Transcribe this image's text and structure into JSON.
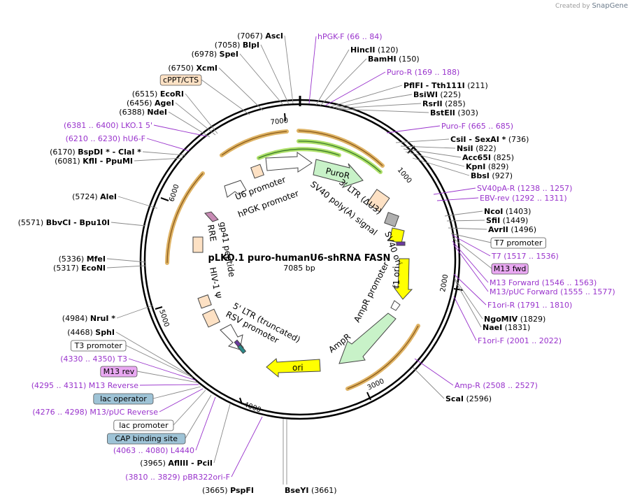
{
  "plasmid": {
    "name": "pLKO.1 puro-humanU6-shRNA FASN",
    "length": "7085 bp"
  },
  "credit": {
    "prefix": "Created by",
    "brand": "SnapGene"
  },
  "ticks": [
    "1000",
    "2000",
    "3000",
    "4000",
    "5000",
    "6000",
    "7000"
  ],
  "features_inner": [
    "PuroR",
    "U6 promoter",
    "hPGK promoter",
    "3' LTR (ΔU3)",
    "SV40 poly(A) signal",
    "SV40 ori",
    "f1 ori",
    "AmpR promoter",
    "AmpR",
    "ori",
    "5' LTR (truncated)",
    "RSV promoter",
    "HIV-1 Ψ",
    "RRE",
    "gp41 peptide"
  ],
  "right_labels": [
    {
      "name": "hPGK-F",
      "coord": "(66 .. 84)",
      "type": "primer"
    },
    {
      "name": "HincII",
      "coord": "(120)",
      "type": "site"
    },
    {
      "name": "BamHI",
      "coord": "(150)",
      "type": "site"
    },
    {
      "name": "Puro-R",
      "coord": "(169 .. 188)",
      "type": "primer"
    },
    {
      "name": "PflFI - Tth111I",
      "coord": "(211)",
      "type": "site"
    },
    {
      "name": "BsiWI",
      "coord": "(225)",
      "type": "site"
    },
    {
      "name": "RsrII",
      "coord": "(285)",
      "type": "site"
    },
    {
      "name": "BstEII",
      "coord": "(303)",
      "type": "site"
    },
    {
      "name": "Puro-F",
      "coord": "(665 .. 685)",
      "type": "primer"
    },
    {
      "name": "CsiI - SexAI *",
      "coord": "(736)",
      "type": "site"
    },
    {
      "name": "NsiI",
      "coord": "(822)",
      "type": "site"
    },
    {
      "name": "Acc65I",
      "coord": "(825)",
      "type": "site"
    },
    {
      "name": "KpnI",
      "coord": "(829)",
      "type": "site"
    },
    {
      "name": "BbsI",
      "coord": "(927)",
      "type": "site"
    },
    {
      "name": "SV40pA-R",
      "coord": "(1238 .. 1257)",
      "type": "primer"
    },
    {
      "name": "EBV-rev",
      "coord": "(1292 .. 1311)",
      "type": "primer"
    },
    {
      "name": "NcoI",
      "coord": "(1403)",
      "type": "site"
    },
    {
      "name": "SfiI",
      "coord": "(1449)",
      "type": "site"
    },
    {
      "name": "AvrII",
      "coord": "(1496)",
      "type": "site"
    },
    {
      "name": "T7 promoter",
      "coord": "",
      "type": "box-white"
    },
    {
      "name": "T7",
      "coord": "(1517 .. 1536)",
      "type": "primer"
    },
    {
      "name": "M13 fwd",
      "coord": "",
      "type": "box-violet"
    },
    {
      "name": "M13 Forward",
      "coord": "(1546 .. 1563)",
      "type": "primer"
    },
    {
      "name": "M13/pUC Forward",
      "coord": "(1555 .. 1577)",
      "type": "primer"
    },
    {
      "name": "F1ori-R",
      "coord": "(1791 .. 1810)",
      "type": "primer"
    },
    {
      "name": "NgoMIV",
      "coord": "(1829)",
      "type": "site"
    },
    {
      "name": "NaeI",
      "coord": "(1831)",
      "type": "site"
    },
    {
      "name": "F1ori-F",
      "coord": "(2001 .. 2022)",
      "type": "primer"
    },
    {
      "name": "Amp-R",
      "coord": "(2508 .. 2527)",
      "type": "primer"
    },
    {
      "name": "ScaI",
      "coord": "(2596)",
      "type": "site"
    }
  ],
  "bottom_labels": [
    {
      "name": "PspFI",
      "coord": "(3665)",
      "type": "site"
    },
    {
      "name": "BseYI",
      "coord": "(3661)",
      "type": "site"
    }
  ],
  "left_labels": [
    {
      "name": "AscI",
      "coord": "(7067)",
      "type": "site"
    },
    {
      "name": "BlpI",
      "coord": "(7058)",
      "type": "site"
    },
    {
      "name": "SpeI",
      "coord": "(6978)",
      "type": "site"
    },
    {
      "name": "XcmI",
      "coord": "(6750)",
      "type": "site"
    },
    {
      "name": "cPPT/CTS",
      "coord": "",
      "type": "box-peach"
    },
    {
      "name": "EcoRI",
      "coord": "(6515)",
      "type": "site"
    },
    {
      "name": "AgeI",
      "coord": "(6456)",
      "type": "site"
    },
    {
      "name": "NdeI",
      "coord": "(6388)",
      "type": "site"
    },
    {
      "name": "LKO.1 5'",
      "coord": "(6381 .. 6400)",
      "type": "primer"
    },
    {
      "name": "hU6-F",
      "coord": "(6210 .. 6230)",
      "type": "primer"
    },
    {
      "name": "BspDI * - ClaI *",
      "coord": "(6170)",
      "type": "site"
    },
    {
      "name": "KflI - PpuMI",
      "coord": "(6081)",
      "type": "site"
    },
    {
      "name": "AleI",
      "coord": "(5724)",
      "type": "site"
    },
    {
      "name": "BbvCI - Bpu10I",
      "coord": "(5571)",
      "type": "site"
    },
    {
      "name": "MfeI",
      "coord": "(5336)",
      "type": "site"
    },
    {
      "name": "EcoNI",
      "coord": "(5317)",
      "type": "site"
    },
    {
      "name": "NruI *",
      "coord": "(4984)",
      "type": "site"
    },
    {
      "name": "SphI",
      "coord": "(4468)",
      "type": "site"
    },
    {
      "name": "T3 promoter",
      "coord": "",
      "type": "box-white"
    },
    {
      "name": "T3",
      "coord": "(4330 .. 4350)",
      "type": "primer"
    },
    {
      "name": "M13 rev",
      "coord": "",
      "type": "box-violet"
    },
    {
      "name": "M13 Reverse",
      "coord": "(4295 .. 4311)",
      "type": "primer"
    },
    {
      "name": "lac operator",
      "coord": "",
      "type": "box-blue"
    },
    {
      "name": "M13/pUC Reverse",
      "coord": "(4276 .. 4298)",
      "type": "primer"
    },
    {
      "name": "lac promoter",
      "coord": "",
      "type": "box-white"
    },
    {
      "name": "CAP binding site",
      "coord": "",
      "type": "box-blue"
    },
    {
      "name": "L4440",
      "coord": "(4063 .. 4080)",
      "type": "primer"
    },
    {
      "name": "AflIII - PciI",
      "coord": "(3965)",
      "type": "site"
    },
    {
      "name": "pBR322ori-F",
      "coord": "(3810 .. 3829)",
      "type": "primer"
    }
  ],
  "colors": {
    "primer": "#9933cc",
    "backbone": "#000000",
    "puro": "#c8f2c8",
    "amp": "#c8f2c8",
    "yellow": "#ffff00",
    "peach": "#fde1c4",
    "orange_arrow": "#d9a64a",
    "green_arrow": "#5a9e3a",
    "box_blue": "#9ec3d6",
    "box_violet": "#e9a8f2"
  }
}
